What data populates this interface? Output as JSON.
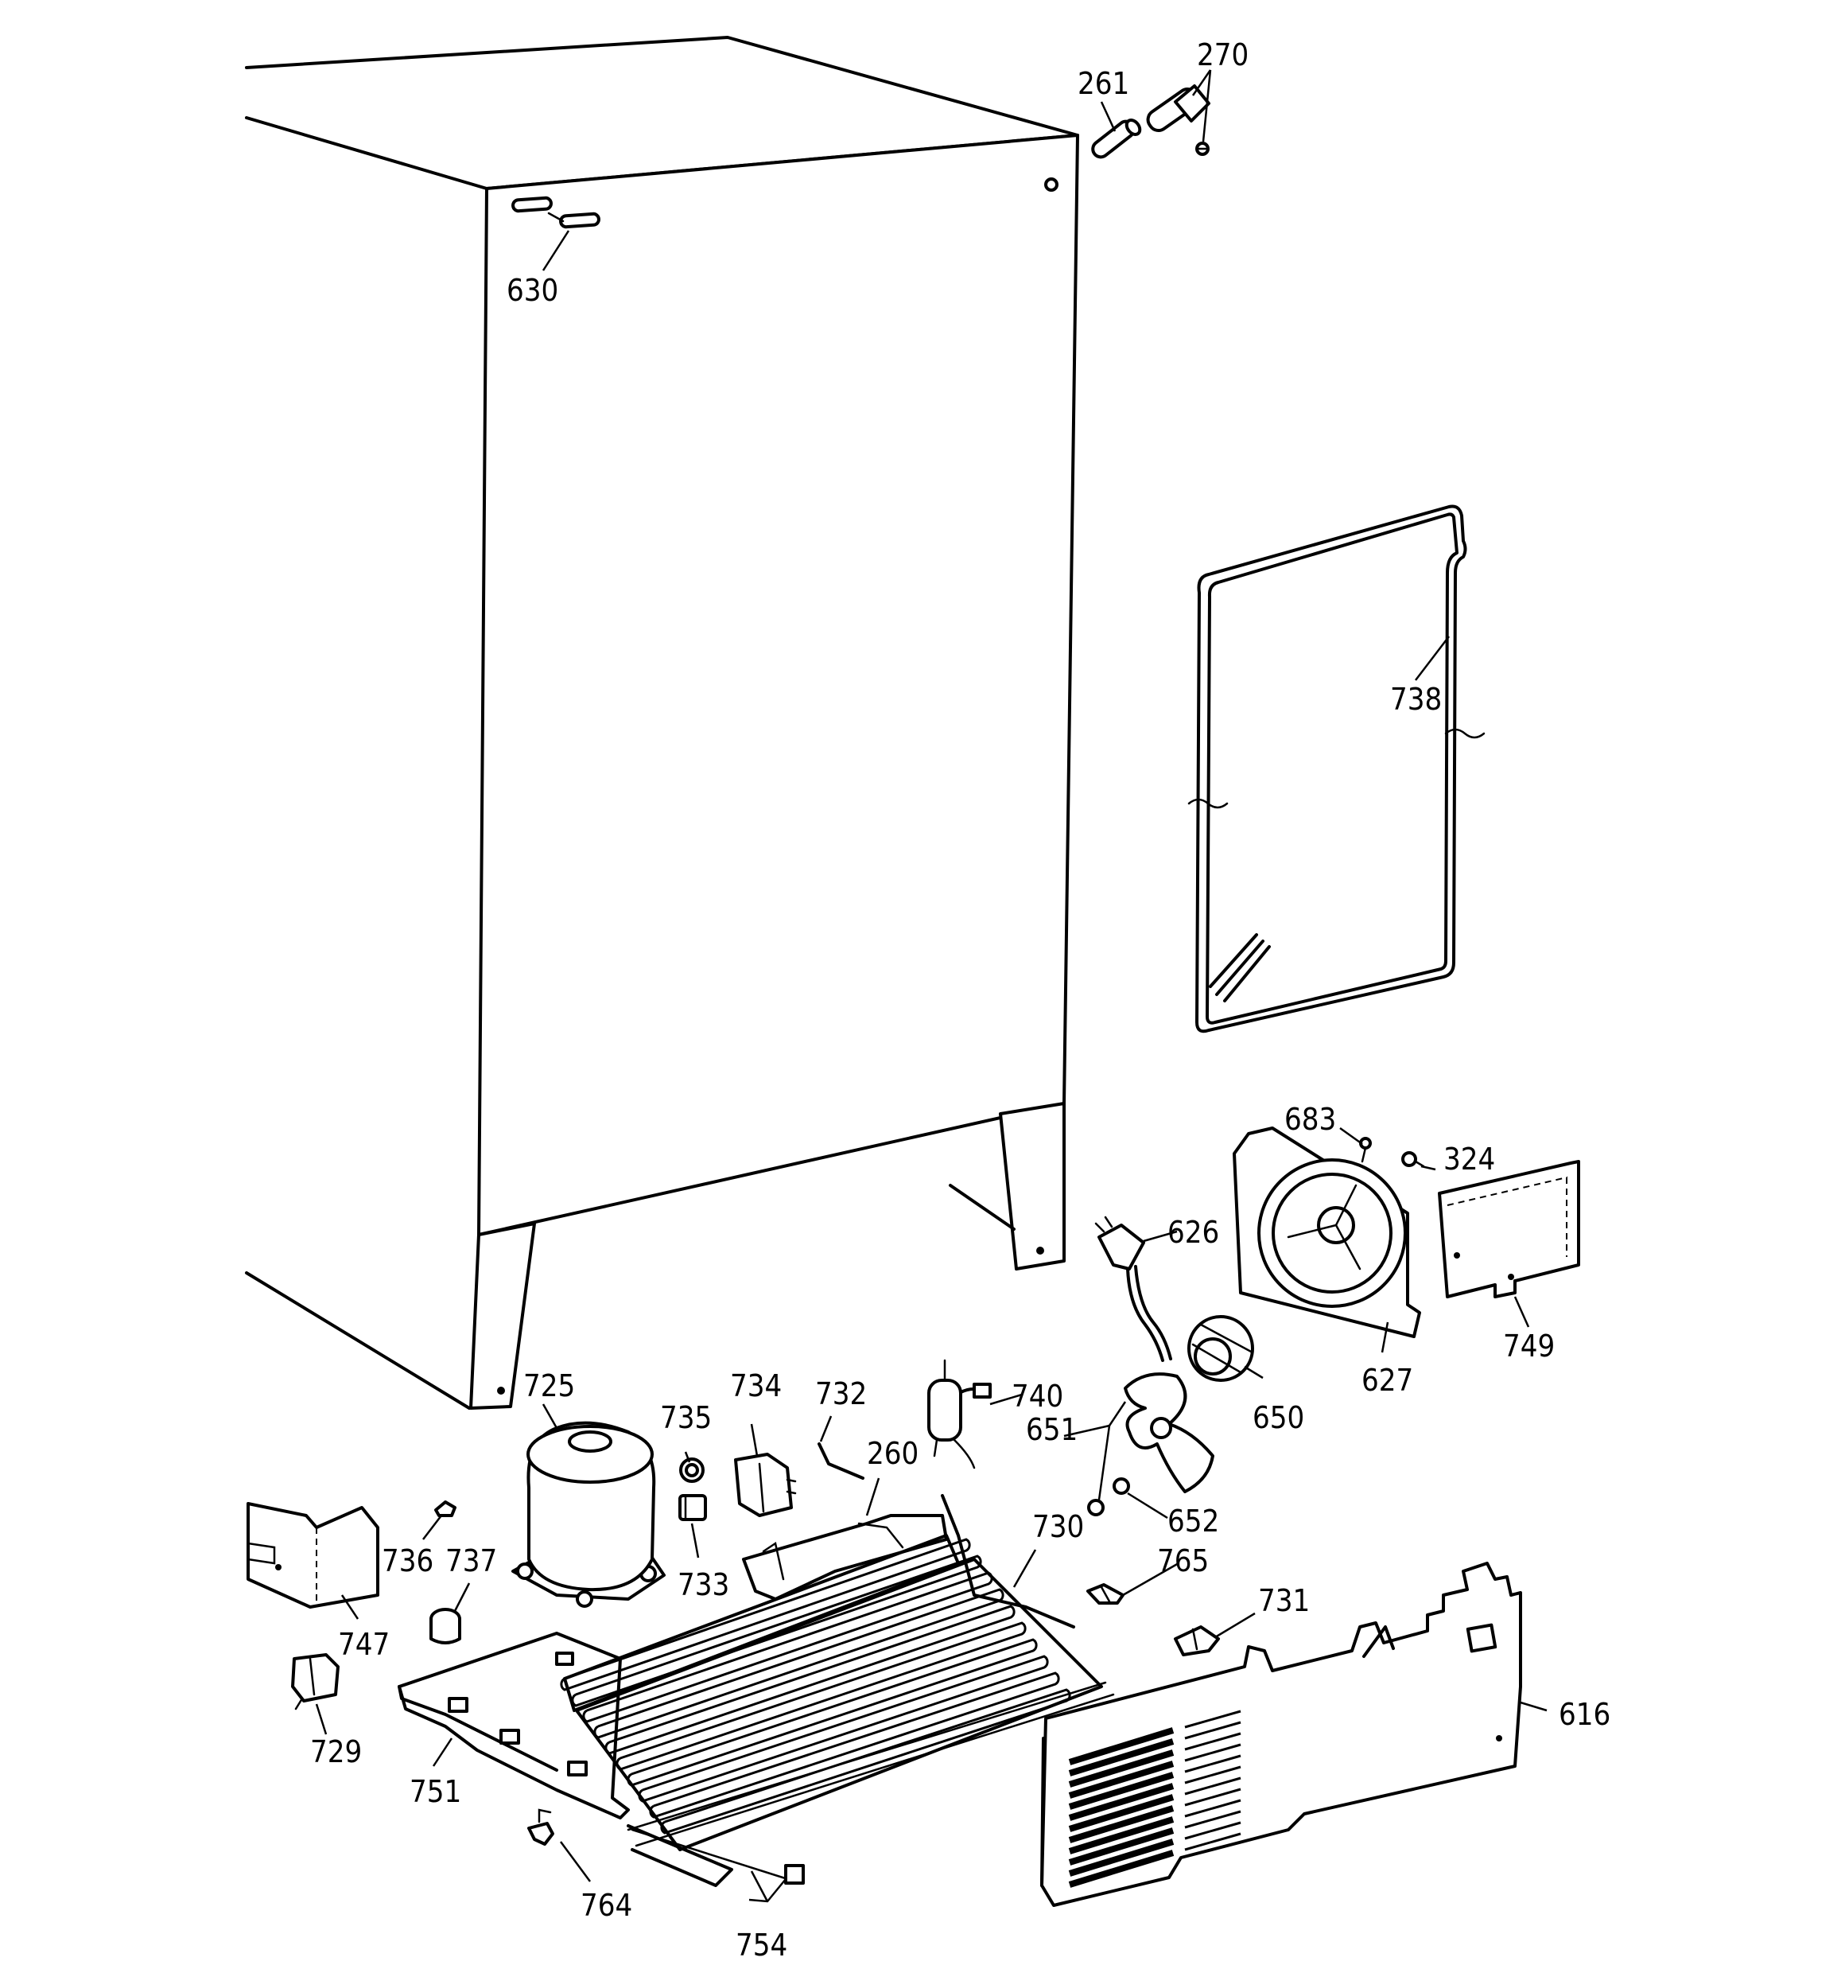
{
  "diagram": {
    "part_labels": [
      "261",
      "270",
      "630",
      "738",
      "683",
      "324",
      "626",
      "627",
      "749",
      "650",
      "725",
      "735",
      "734",
      "732",
      "740",
      "651",
      "260",
      "730",
      "652",
      "765",
      "731",
      "736",
      "737",
      "733",
      "747",
      "729",
      "751",
      "616",
      "764",
      "754"
    ]
  }
}
